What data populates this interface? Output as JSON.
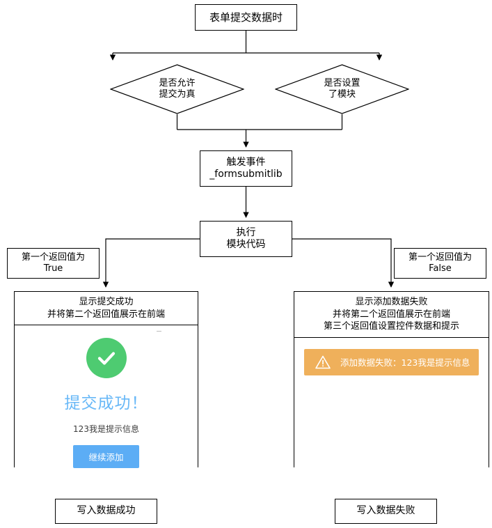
{
  "diagram": {
    "type": "flowchart",
    "title_node": "表单提交数据时",
    "nodes": {
      "start": {
        "label": "表单提交数据时",
        "shape": "rect"
      },
      "cond_allow": {
        "line1": "是否允许",
        "line2": "提交为真",
        "shape": "diamond"
      },
      "cond_module": {
        "line1": "是否设置",
        "line2": "了模块",
        "shape": "diamond"
      },
      "trigger": {
        "line1": "触发事件",
        "line2": "_formsubmitlib",
        "shape": "rect"
      },
      "execute": {
        "line1": "执行",
        "line2": "模块代码",
        "shape": "rect"
      },
      "ret_true": {
        "line1": "第一个返回值为",
        "line2": "True",
        "shape": "rect"
      },
      "ret_false": {
        "line1": "第一个返回值为",
        "line2": "False",
        "shape": "rect"
      },
      "write_ok": {
        "label": "写入数据成功",
        "shape": "rect"
      },
      "write_fail": {
        "label": "写入数据失败",
        "shape": "rect"
      }
    },
    "panels": {
      "success": {
        "header_line1": "显示提交成功",
        "header_line2": "并将第二个返回值展示在前端",
        "mock": {
          "icon": "check-circle-icon",
          "title": "提交成功！",
          "message": "123我是提示信息",
          "button_label": "继续添加"
        }
      },
      "failure": {
        "header_line1": "显示添加数据失败",
        "header_line2": "并将第二个返回值展示在前端",
        "header_line3": "第三个返回值设置控件数据和提示",
        "mock": {
          "icon": "warning-triangle-icon",
          "alert_text": "添加数据失败：123我是提示信息"
        }
      }
    },
    "colors": {
      "stroke": "#000000",
      "background": "#ffffff",
      "success_green": "#4ECB71",
      "title_blue": "#68B8F7",
      "button_blue": "#5CADF5",
      "alert_orange": "#EFB05B"
    }
  }
}
